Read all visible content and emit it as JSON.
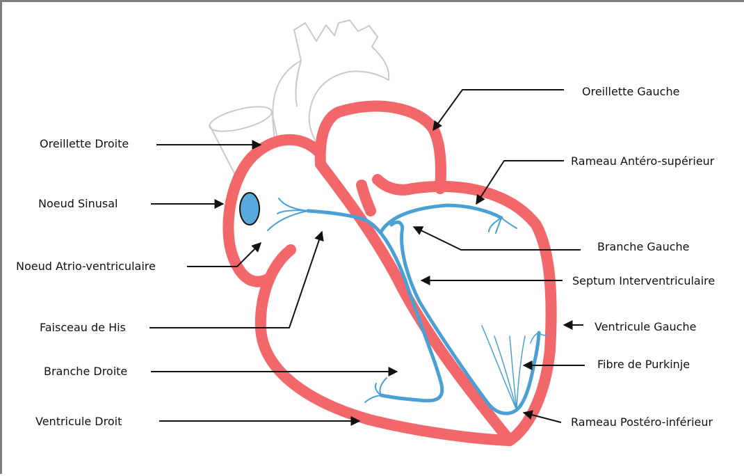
{
  "colors": {
    "frame": "#7e7e7e",
    "heart_wall": "#f2676a",
    "conduction": "#4a9fd4",
    "node_fill": "#5aa9dd",
    "vessels": "#c9c9c9",
    "arrows": "#111111"
  },
  "labels": {
    "oreillette_droite": "Oreillette Droite",
    "noeud_sinusal": "Noeud Sinusal",
    "noeud_av": "Noeud Atrio-ventriculaire",
    "faisceau_his": "Faisceau de His",
    "branche_droite": "Branche Droite",
    "ventricule_droit": "Ventricule Droit",
    "oreillette_gauche": "Oreillette Gauche",
    "rameau_antero": "Rameau Antéro-supérieur",
    "branche_gauche": "Branche Gauche",
    "septum": "Septum Interventriculaire",
    "ventricule_gauche": "Ventricule Gauche",
    "fibre_purkinje": "Fibre de Purkinje",
    "rameau_postero": "Rameau Postéro-inférieur"
  }
}
